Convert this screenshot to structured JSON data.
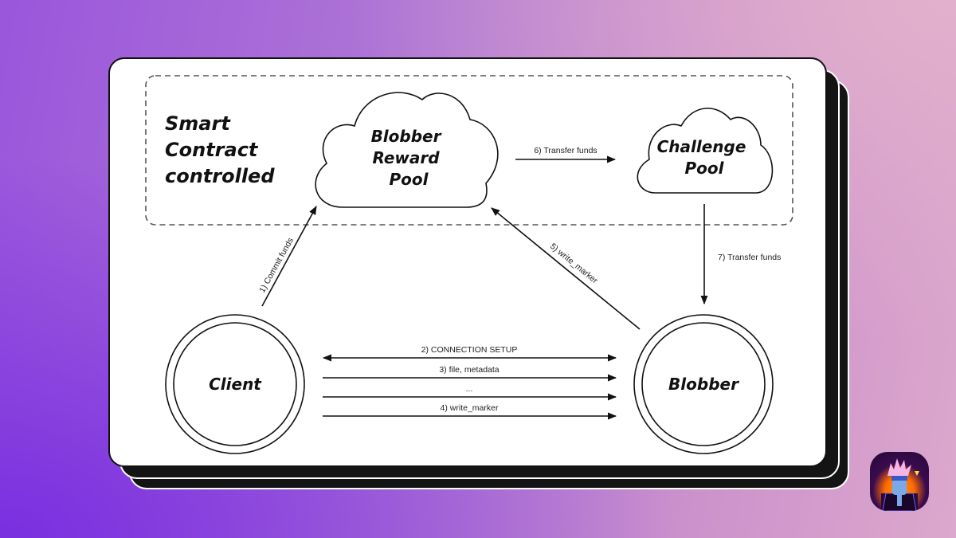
{
  "diagram": {
    "region_label": [
      "Smart",
      "Contract",
      "controlled"
    ],
    "nodes": {
      "blobber_reward_pool": [
        "Blobber",
        "Reward",
        "Pool"
      ],
      "challenge_pool": [
        "Challenge",
        "Pool"
      ],
      "client": "Client",
      "blobber": "Blobber"
    },
    "edges": {
      "commit_funds": "1) Commit funds",
      "connection_setup": "2) CONNECTION SETUP",
      "file_metadata": "3) file, metadata",
      "ellipsis": "...",
      "write_marker_4": "4) write_marker",
      "write_marker_5": "5) write_marker",
      "transfer_funds_6": "6) Transfer funds",
      "transfer_funds_7": "7) Transfer funds"
    }
  },
  "avatar": {
    "icon": "profile-avatar-icon"
  },
  "colors": {
    "ink": "#111111",
    "dash": "#555555",
    "card": "#ffffff",
    "stack": "#141414"
  }
}
